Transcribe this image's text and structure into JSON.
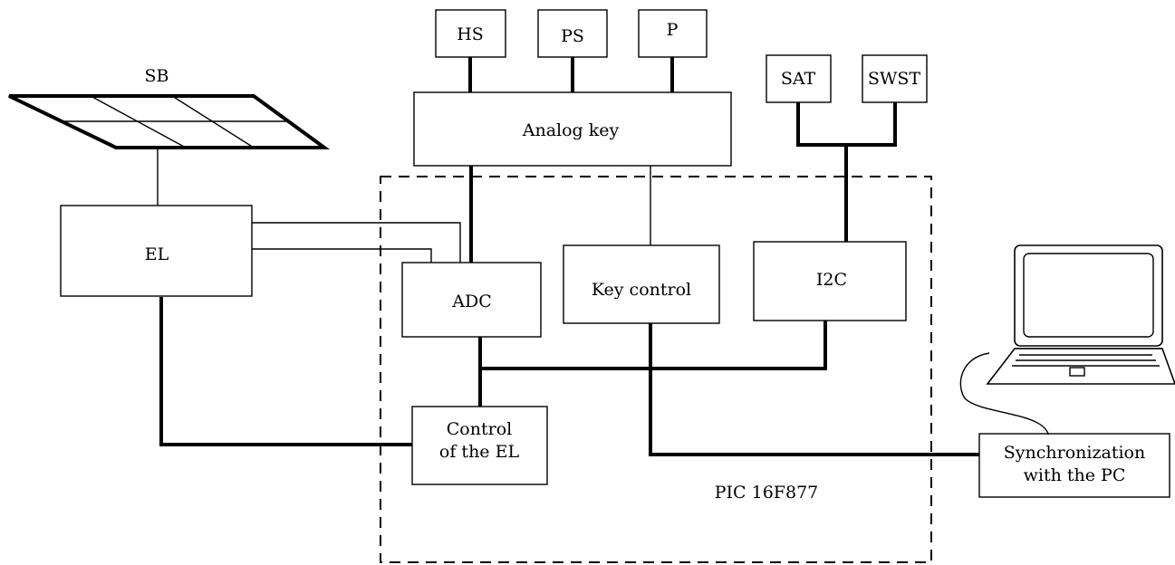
{
  "labels": {
    "solar_battery": "SB",
    "el": "EL",
    "hs": "HS",
    "ps": "PS",
    "p": "P",
    "sat": "SAT",
    "swst": "SWST",
    "analog_key": "Analog key",
    "adc": "ADC",
    "key_control": "Key control",
    "i2c": "I2C",
    "control_el_line1": "Control",
    "control_el_line2": "of the EL",
    "pic": "PIC 16F877",
    "sync_line1": "Synchronization",
    "sync_line2": "with the PC"
  },
  "icons": {
    "solar_panel": "solar-panel-icon",
    "laptop": "laptop-icon"
  }
}
